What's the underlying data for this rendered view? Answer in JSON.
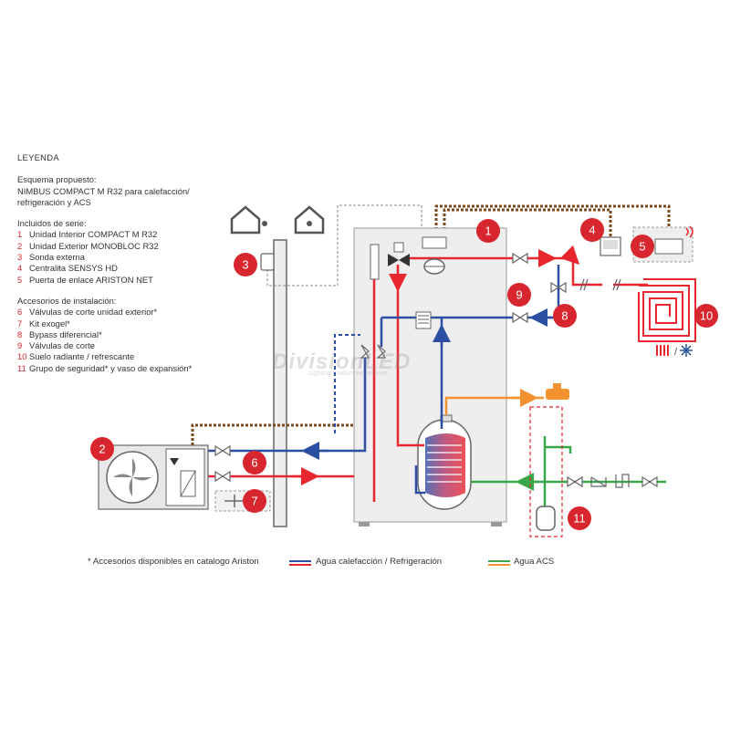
{
  "legend": {
    "title": "LEYENDA",
    "scheme_label": "Esquema propuesto:",
    "scheme_lines": [
      "NIMBUS COMPACT M R32 para calefacción/",
      "refrigeración y ACS"
    ],
    "included_header": "Incluidos de serie:",
    "included": [
      {
        "num": "1",
        "text": "Unidad Interior COMPACT M R32"
      },
      {
        "num": "2",
        "text": "Unidad Exterior MONOBLOC R32"
      },
      {
        "num": "3",
        "text": "Sonda externa"
      },
      {
        "num": "4",
        "text": "Centralita SENSYS HD"
      },
      {
        "num": "5",
        "text": "Puerta de enlace ARISTON NET"
      }
    ],
    "accessories_header": "Accesorios de instalación:",
    "accessories": [
      {
        "num": "6",
        "text": "Válvulas de corte unidad exterior*"
      },
      {
        "num": "7",
        "text": "Kit exogel*"
      },
      {
        "num": "8",
        "text": "Bypass diferencial*"
      },
      {
        "num": "9",
        "text": "Válvulas de corte"
      },
      {
        "num": "10",
        "text": "Suelo radiante / refrescante"
      },
      {
        "num": "11",
        "text": "Grupo de seguridad* y vaso de expansión*"
      }
    ]
  },
  "badges": [
    "1",
    "2",
    "3",
    "4",
    "5",
    "6",
    "7",
    "8",
    "9",
    "10",
    "11"
  ],
  "footer": {
    "note": "* Accesorios disponibles en catalogo Ariston",
    "heating_label": "Agua calefacción / Refrigeración",
    "dhw_label": "Agua ACS"
  },
  "watermark": {
    "brand": "DivisionLED",
    "tagline": "Lighting product experience"
  },
  "colors": {
    "red": "#e8262e",
    "blue": "#2c4ea3",
    "green": "#3aa84a",
    "orange": "#f39231",
    "badge": "#d8262f",
    "cable": "#7a4a1e"
  }
}
